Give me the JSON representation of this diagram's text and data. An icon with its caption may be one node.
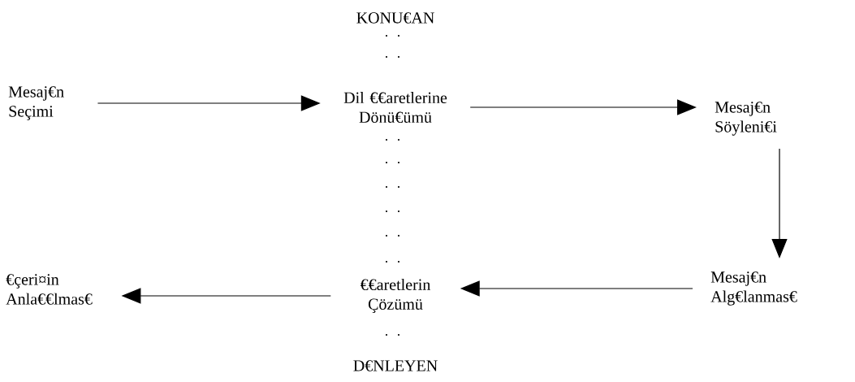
{
  "diagram": {
    "nodes": [
      {
        "text": [
          "Mesaj€n Seçimi"
        ]
      },
      {
        "text": [
          "Dil €€aretlerine Dönü€ümü"
        ]
      },
      {
        "text": [
          "Mesaj€n Söyleni€i"
        ]
      },
      {
        "text": [
          "€çeri¤in Anla€€lmas€"
        ]
      },
      {
        "text": [
          "€€aretlerin Çözümü"
        ]
      },
      {
        "text": [
          "Mesaj€n Alg€lanmas€"
        ]
      }
    ],
    "edges": [
      {
        "from": 0,
        "to": 1,
        "arrow": "to"
      },
      {
        "from": 1,
        "to": 2,
        "arrow": "to"
      },
      {
        "from": 2,
        "to": 5,
        "arrow": "to"
      },
      {
        "from": 5,
        "to": 4,
        "arrow": "to"
      },
      {
        "from": 4,
        "to": 3,
        "arrow": "to"
      }
    ],
    "labels": [
      "KONU€AN",
      "D€NLEYEN"
    ]
  }
}
